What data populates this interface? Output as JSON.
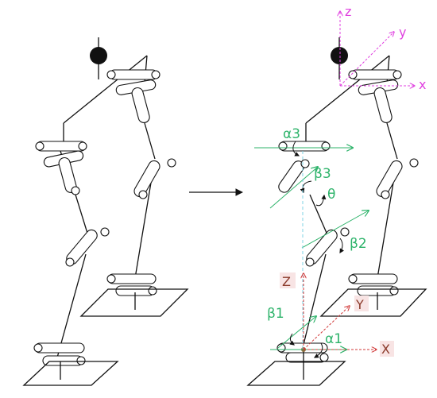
{
  "colors": {
    "ink": "#111111",
    "axis_magenta": "#e040e0",
    "green": "#2db36a",
    "red": "#d23a3a",
    "cyan": "#7fd3e6"
  },
  "labels": {
    "z": "z",
    "y": "y",
    "x": "x",
    "alpha3": "α3",
    "beta3": "β3",
    "theta": "θ",
    "beta2": "β2",
    "Z": "Z",
    "Y": "Y",
    "beta1": "β1",
    "alpha1": "α1",
    "X": "X"
  }
}
